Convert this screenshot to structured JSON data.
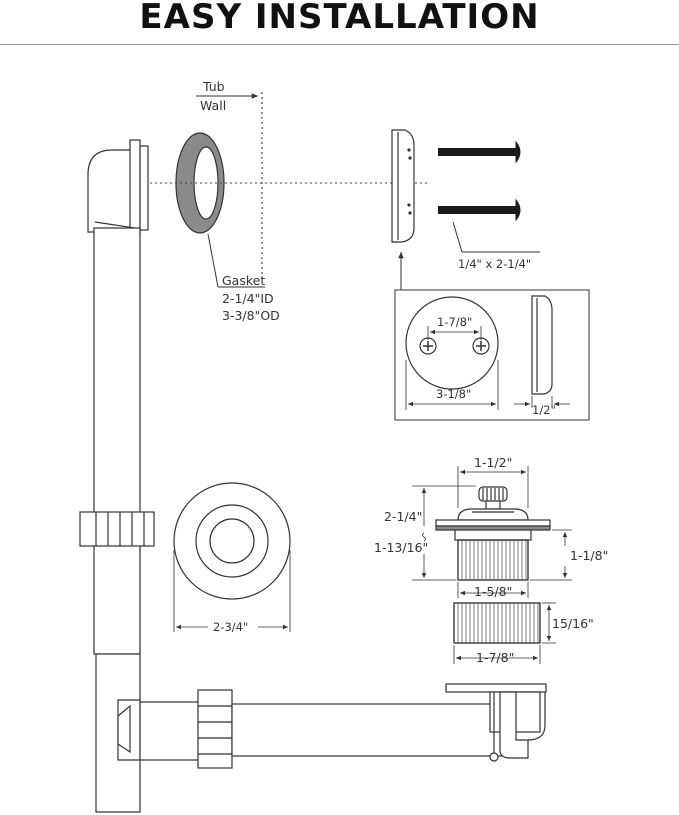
{
  "title": "EASY INSTALLATION",
  "labels": {
    "tub": "Tub",
    "wall": "Wall",
    "gasket": "Gasket",
    "gasket_id": "2-1/4\"ID",
    "gasket_od": "3-3/8\"OD",
    "screw_size": "1/4\" x 2-1/4\"",
    "plate_hole_spacing": "1-7/8\"",
    "plate_diameter": "3-1/8\"",
    "plate_depth": "1/2\"",
    "flange_diameter": "2-3/4\"",
    "stopper_top": "1-1/2\"",
    "stopper_height": "2-1/4\"",
    "flange_outer": "1-13/16\"",
    "body_height": "1-1/8\"",
    "body_thread": "1-5/8\"",
    "shoe_height": "15/16\"",
    "shoe_diameter": "1-7/8\""
  },
  "colors": {
    "line": "#333333",
    "part_fill": "#ffffff",
    "gasket_fill": "#8a8a8a",
    "screw_fill": "#1a1a1a"
  }
}
